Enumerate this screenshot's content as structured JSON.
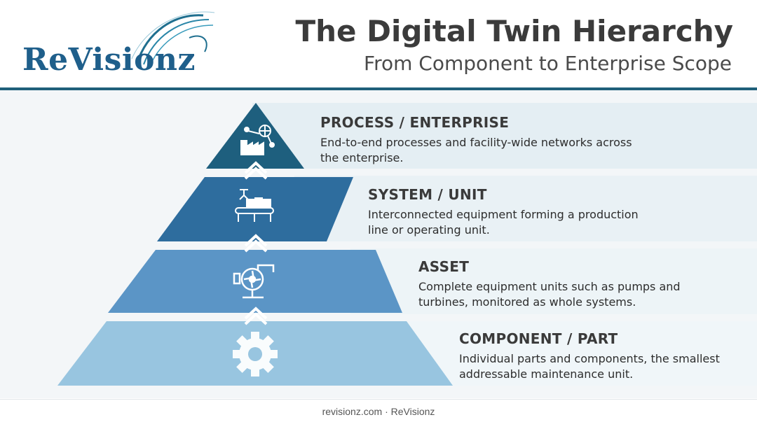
{
  "brand": {
    "logo_text": "ReVisionz"
  },
  "header": {
    "title": "The Digital Twin Hierarchy",
    "subtitle": "From Component to Enterprise Scope"
  },
  "levels": [
    {
      "title": "PROCESS / ENTERPRISE",
      "desc_line1": "End-to-end processes and facility-wide networks across",
      "desc_line2": "the enterprise.",
      "icon": "factory-network-icon",
      "color": "#1e5f7e"
    },
    {
      "title": "SYSTEM / UNIT",
      "desc_line1": "Interconnected equipment forming a production",
      "desc_line2": "line or operating unit.",
      "icon": "conveyor-robot-icon",
      "color": "#2e6d9e"
    },
    {
      "title": "ASSET",
      "desc_line1": "Complete equipment units such as pumps and",
      "desc_line2": "turbines, monitored as whole systems.",
      "icon": "pump-icon",
      "color": "#5b95c6"
    },
    {
      "title": "COMPONENT / PART",
      "desc_line1": "Individual parts and components, the smallest",
      "desc_line2": "addressable maintenance unit.",
      "icon": "gear-icon",
      "color": "#98c5e0"
    }
  ],
  "footer": {
    "text": "revisionz.com · ReVisionz"
  }
}
